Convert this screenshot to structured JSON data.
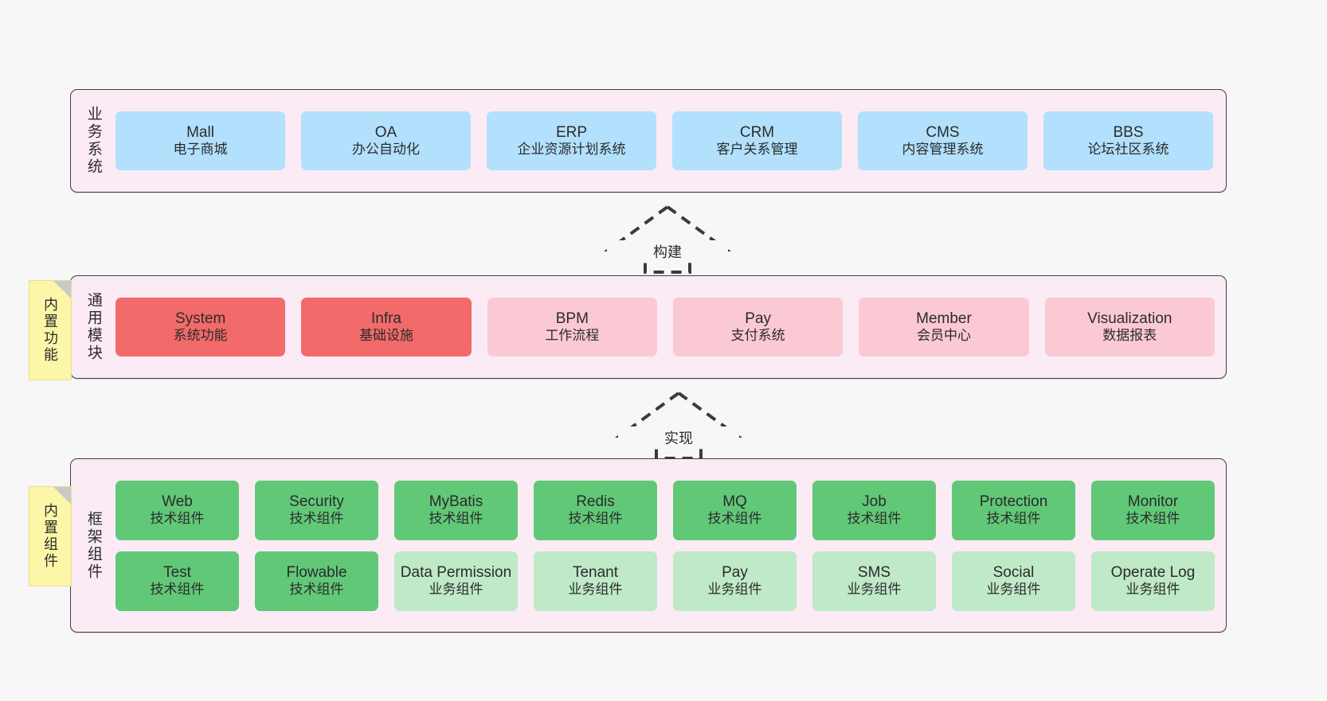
{
  "diagram": {
    "background": "#f7f7f7",
    "layers": [
      {
        "id": "business",
        "title": "业务系统",
        "cards": [
          {
            "name": "Mall",
            "desc": "电子商城",
            "color": "#b3e0fc"
          },
          {
            "name": "OA",
            "desc": "办公自动化",
            "color": "#b3e0fc"
          },
          {
            "name": "ERP",
            "desc": "企业资源计划系统",
            "color": "#b3e0fc"
          },
          {
            "name": "CRM",
            "desc": "客户关系管理",
            "color": "#b3e0fc"
          },
          {
            "name": "CMS",
            "desc": "内容管理系统",
            "color": "#b3e0fc"
          },
          {
            "name": "BBS",
            "desc": "论坛社区系统",
            "color": "#b3e0fc"
          }
        ]
      },
      {
        "id": "modules",
        "title": "通用模块",
        "sticky": "内置功能",
        "cards": [
          {
            "name": "System",
            "desc": "系统功能",
            "color": "#f26a6a"
          },
          {
            "name": "Infra",
            "desc": "基础设施",
            "color": "#f26a6a"
          },
          {
            "name": "BPM",
            "desc": "工作流程",
            "color": "#fbc9d3"
          },
          {
            "name": "Pay",
            "desc": "支付系统",
            "color": "#fbc9d3"
          },
          {
            "name": "Member",
            "desc": "会员中心",
            "color": "#fbc9d3"
          },
          {
            "name": "Visualization",
            "desc": "数据报表",
            "color": "#fbc9d3"
          }
        ]
      },
      {
        "id": "framework",
        "title": "框架组件",
        "sticky": "内置组件",
        "row1": [
          {
            "name": "Web",
            "desc": "技术组件",
            "color": "#61c878"
          },
          {
            "name": "Security",
            "desc": "技术组件",
            "color": "#61c878"
          },
          {
            "name": "MyBatis",
            "desc": "技术组件",
            "color": "#61c878"
          },
          {
            "name": "Redis",
            "desc": "技术组件",
            "color": "#61c878"
          },
          {
            "name": "MQ",
            "desc": "技术组件",
            "color": "#61c878"
          },
          {
            "name": "Job",
            "desc": "技术组件",
            "color": "#61c878"
          },
          {
            "name": "Protection",
            "desc": "技术组件",
            "color": "#61c878"
          },
          {
            "name": "Monitor",
            "desc": "技术组件",
            "color": "#61c878"
          }
        ],
        "row2": [
          {
            "name": "Test",
            "desc": "技术组件",
            "color": "#61c878"
          },
          {
            "name": "Flowable",
            "desc": "技术组件",
            "color": "#61c878"
          },
          {
            "name": "Data Permission",
            "desc": "业务组件",
            "color": "#bfe9c7"
          },
          {
            "name": "Tenant",
            "desc": "业务组件",
            "color": "#bfe9c7"
          },
          {
            "name": "Pay",
            "desc": "业务组件",
            "color": "#bfe9c7"
          },
          {
            "name": "SMS",
            "desc": "业务组件",
            "color": "#bfe9c7"
          },
          {
            "name": "Social",
            "desc": "业务组件",
            "color": "#bfe9c7"
          },
          {
            "name": "Operate Log",
            "desc": "业务组件",
            "color": "#bfe9c7"
          }
        ]
      }
    ],
    "arrows": [
      {
        "id": "build",
        "label": "构建",
        "direction": "up"
      },
      {
        "id": "implement",
        "label": "实现",
        "direction": "up"
      }
    ]
  }
}
